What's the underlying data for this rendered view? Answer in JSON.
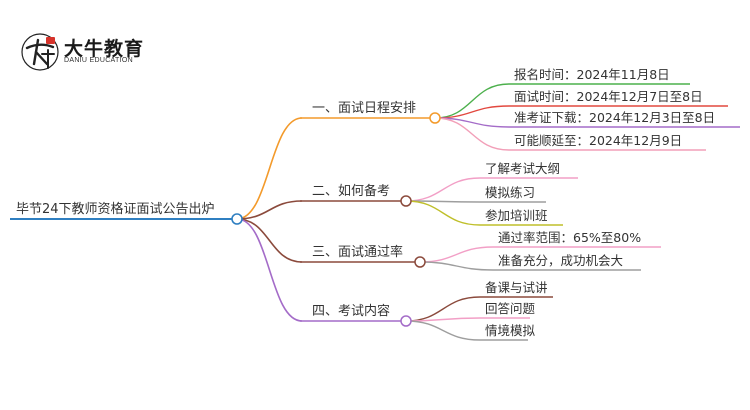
{
  "logo": {
    "mark_text": "大牛",
    "name_cn": "大牛教育",
    "name_en": "DANIU EDUCATION"
  },
  "mindmap": {
    "root": {
      "label": "毕节24下教师资格证面试公告出炉",
      "color": "#2f7fc1"
    },
    "branches": [
      {
        "label": "一、面试日程安排",
        "color": "#f39a2b",
        "children": [
          {
            "label": "报名时间：2024年11月8日",
            "color": "#4cb04c"
          },
          {
            "label": "面试时间：2024年12月7日至8日",
            "color": "#e2483f"
          },
          {
            "label": "准考证下载：2024年12月3日至8日",
            "color": "#a46cc8"
          },
          {
            "label": "可能顺延至：2024年12月9日",
            "color": "#f29fb8"
          }
        ]
      },
      {
        "label": "二、如何备考",
        "color": "#8b4a3c",
        "children": [
          {
            "label": "了解考试大纲",
            "color": "#f29fc6"
          },
          {
            "label": "模拟练习",
            "color": "#9e9e9e"
          },
          {
            "label": "参加培训班",
            "color": "#bfbf2a"
          }
        ]
      },
      {
        "label": "三、面试通过率",
        "color": "#8b4a3c",
        "children": [
          {
            "label": "通过率范围：65%至80%",
            "color": "#f29fc6"
          },
          {
            "label": "准备充分，成功机会大",
            "color": "#9e9e9e"
          }
        ]
      },
      {
        "label": "四、考试内容",
        "color": "#a46cc8",
        "children": [
          {
            "label": "备课与试讲",
            "color": "#8b4a3c"
          },
          {
            "label": "回答问题",
            "color": "#f29fc6"
          },
          {
            "label": "情境模拟",
            "color": "#9e9e9e"
          }
        ]
      }
    ]
  }
}
